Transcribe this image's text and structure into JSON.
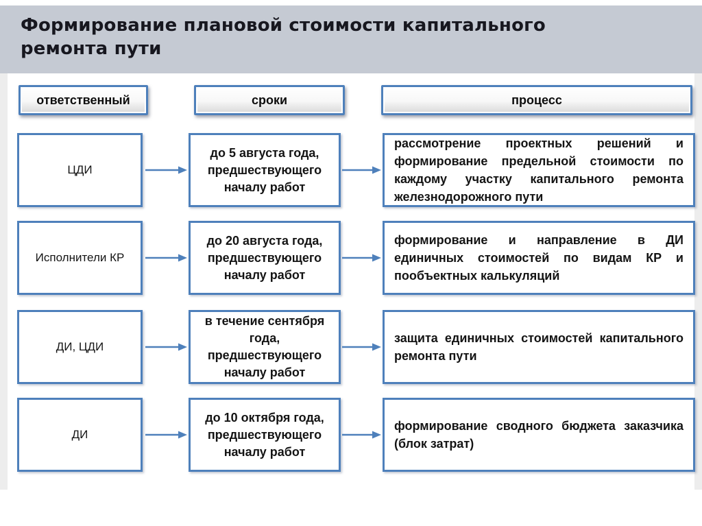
{
  "slide": {
    "title": "Формирование плановой стоимости капитального ремонта пути"
  },
  "columns": {
    "responsible": "ответственный",
    "terms": "сроки",
    "process": "процесс"
  },
  "rows": [
    {
      "responsible": "ЦДИ",
      "term": "до 5 августа года,\nпредшествующего\nначалу работ",
      "process": "рассмотрение проектных решений и формирование предельной стоимости по каждому участку капитального ремонта железнодорожного пути"
    },
    {
      "responsible": "Исполнители КР",
      "term": "до 20 августа года,\nпредшествующего\nначалу работ",
      "process": "формирование и направление в ДИ единичных стоимостей по видам КР и пообъектных калькуляций"
    },
    {
      "responsible": "ДИ, ЦДИ",
      "term": "в течение сентября\nгода,\nпредшествующего\nначалу работ",
      "process": "защита единичных стоимостей капитального ремонта пути"
    },
    {
      "responsible": "ДИ",
      "term": "до 10 октября года,\nпредшествующего\nначалу работ",
      "process": "формирование сводного бюджета заказчика (блок затрат)"
    }
  ],
  "colors": {
    "accent_blue": "#4e80bb",
    "title_band_bg": "#c5cad3",
    "title_text": "#17171f",
    "side_strip": "#ededed",
    "box_fill": "#ffffff",
    "text": "#141414"
  }
}
